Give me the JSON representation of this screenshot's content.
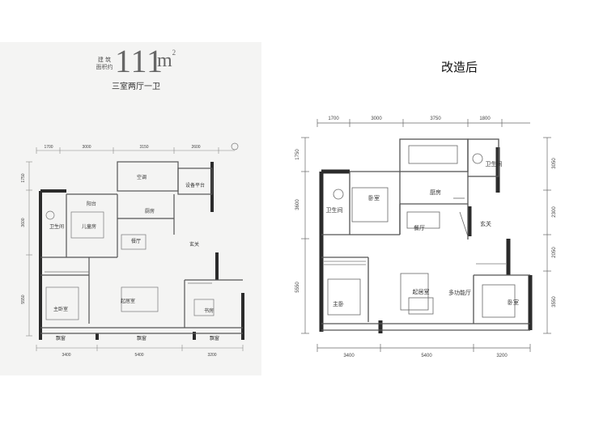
{
  "original": {
    "area_label_line1": "建 筑",
    "area_label_line2": "面积约",
    "area_value": "111",
    "area_unit": "m",
    "area_unit_sup": "2",
    "layout_type": "三室两厅一卫",
    "top_dims": [
      "1700",
      "3000",
      "3150",
      "2600"
    ],
    "bottom_dims": [
      "3400",
      "5400",
      "3200"
    ],
    "left_dims": [
      "1750",
      "3600",
      "5550"
    ],
    "rooms": {
      "kongdiao_top": "空调",
      "shebei": "设备平台",
      "yangtai": "阳台",
      "chufang": "厨房",
      "weishengjian": "卫生间",
      "ertongfang": "儿童房",
      "canting": "餐厅",
      "xuanguan": "玄关",
      "zhuwoshi": "主卧室",
      "qijushi": "起居室",
      "shufang": "书房",
      "piaochuang1": "飘窗",
      "piaochuang2": "飘窗",
      "piaochuang3": "飘窗"
    }
  },
  "renovated": {
    "title": "改造后",
    "top_dims": [
      "1700",
      "3000",
      "3750",
      "1800"
    ],
    "bottom_dims": [
      "3400",
      "5400",
      "3200"
    ],
    "left_dims": [
      "1750",
      "3600",
      "5550"
    ],
    "right_dims": [
      "3050",
      "2300",
      "2050",
      "3550"
    ],
    "rooms": {
      "woshi_top": "卧室",
      "chufang": "厨房",
      "weishengjian_left": "卫生间",
      "weishengjian_right": "卫生间",
      "canting": "餐厅",
      "xuanguan": "玄关",
      "zhuwo": "主卧",
      "qijushi": "起居室",
      "duogongneng": "多功能厅",
      "woshi_right": "卧室"
    }
  },
  "colors": {
    "wall": "#2b2b2b",
    "thin": "#555555",
    "panel_bg": "#f4f4f3"
  }
}
